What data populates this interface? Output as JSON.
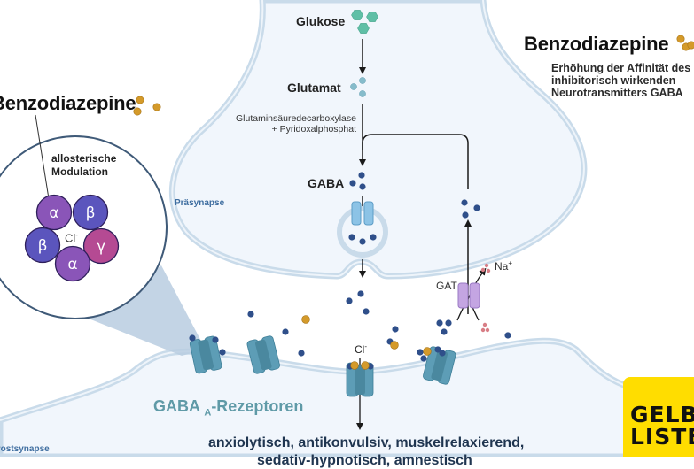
{
  "diagram": {
    "title_right": "Benzodiazepine",
    "title_left": "Benzodiazepine",
    "right_note_lines": [
      "Erhöhung der Affinität des",
      "inhibitorisch wirkenden",
      "Neurotransmitters GABA"
    ],
    "pathway": {
      "glucose": "Glukose",
      "glutamate": "Glutamat",
      "enzyme_line1": "Glutaminsäuredecarboxylase",
      "enzyme_line2": "+ Pyridoxalphosphat",
      "gaba": "GABA"
    },
    "presynapse_label": "Präsynapse",
    "postsynapse_label": "Postsynapse",
    "transporter_label": "GAT",
    "sodium_label": "Na",
    "sodium_charge": "+",
    "chloride_label": "Cl",
    "chloride_charge": "-",
    "receptor_label_main": "GABA",
    "receptor_label_sub": "A",
    "receptor_label_rest": "-Rezeptoren",
    "effects_line1": "anxiolytisch, antikonvulsiv, muskelrelaxierend,",
    "effects_line2": "sedativ-hypnotisch, amnestisch",
    "inset": {
      "modulation_line1": "allosterische",
      "modulation_line2": "Modulation",
      "chloride_label": "Cl",
      "chloride_charge": "-",
      "subunits": [
        {
          "symbol": "α",
          "type": "alpha",
          "color": "#8a55b8"
        },
        {
          "symbol": "β",
          "type": "beta",
          "color": "#5b55bd"
        },
        {
          "symbol": "β",
          "type": "beta",
          "color": "#5b55bd"
        },
        {
          "symbol": "γ",
          "type": "gamma",
          "color": "#b54a93"
        },
        {
          "symbol": "α",
          "type": "alpha",
          "color": "#8a55b8"
        }
      ]
    },
    "logo_line1": "GELBE",
    "logo_line2": "LISTE",
    "colors": {
      "gaba_molecule": "#2f4f8a",
      "benzodiazepine_molecule": "#d49a2a",
      "glucose": "#5fbfa6",
      "glutamate": "#86bccb",
      "sodium": "#d87e86",
      "membrane": "#c9dbea",
      "cytoplasm": "#f1f6fc",
      "receptor": "#5d9db6",
      "transporter": "#b592d6",
      "logo_bg": "#ffdd00"
    }
  }
}
